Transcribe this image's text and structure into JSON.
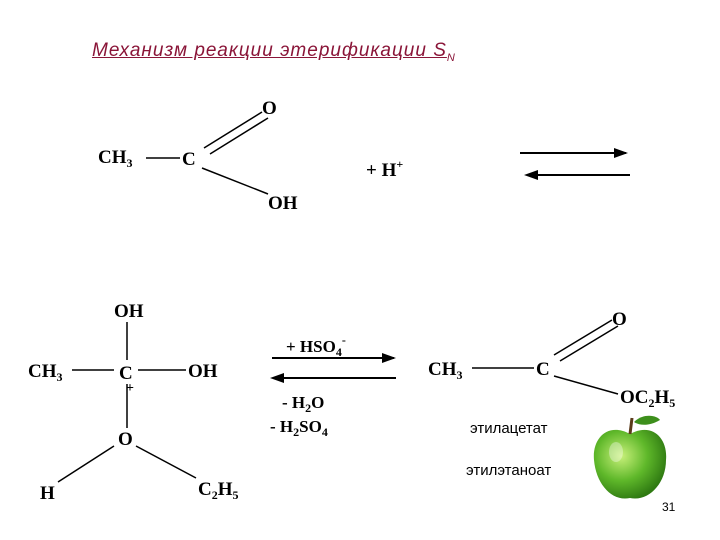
{
  "title": {
    "text": "Механизм  реакции этерификации S",
    "subscript": "N"
  },
  "reactant": {
    "ch3": "CH",
    "ch3_sub": "3",
    "c": "C",
    "o": "O",
    "oh": "OH"
  },
  "proton": {
    "plus": "+ H",
    "charge": "+"
  },
  "intermediate": {
    "oh_top": "OH",
    "ch3": "CH",
    "ch3_sub": "3",
    "c": "C",
    "charge": "+",
    "oh_right": "OH",
    "o": "O",
    "h": "H",
    "c2h5": "C",
    "c2h5_sub1": "2",
    "c2h5_h": "H",
    "c2h5_sub2": "5"
  },
  "reagents": {
    "above": "+ HSO",
    "above_sub": "4",
    "above_sup": "-",
    "below1": "- H",
    "below1_sub": "2",
    "below1_o": "O",
    "below2": "- H",
    "below2_sub": "2",
    "below2_so": "SO",
    "below2_sub2": "4"
  },
  "product": {
    "ch3": "CH",
    "ch3_sub": "3",
    "c": "C",
    "o": "O",
    "oc2h5": "OC",
    "oc2h5_sub": "2",
    "oc2h5_h": "H",
    "oc2h5_sub2": "5",
    "name1": "этилацетат",
    "name2": "этилэтаноат"
  },
  "page_number": "31",
  "colors": {
    "title": "#8a1538",
    "apple": "#5fb82a"
  },
  "icons": {
    "apple": "green-apple-icon"
  }
}
